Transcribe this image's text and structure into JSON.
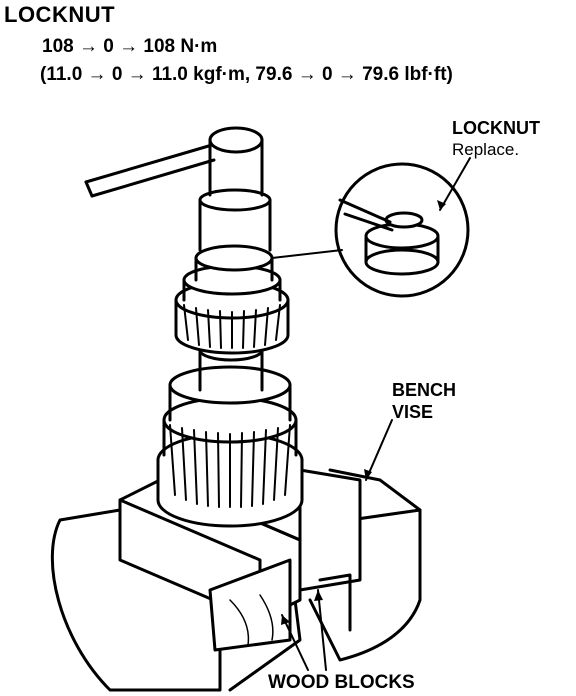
{
  "header": {
    "title": "LOCKNUT",
    "torque_nm": "108 → 0 → 108 N·m",
    "torque_alt": "(11.0 → 0 → 11.0 kgf·m, 79.6 → 0 → 79.6 lbf·ft)"
  },
  "callouts": {
    "locknut_title": "LOCKNUT",
    "locknut_note": "Replace.",
    "bench_line1": "BENCH",
    "bench_line2": "VISE",
    "wood_blocks": "WOOD BLOCKS"
  },
  "colors": {
    "ink": "#000000",
    "paper": "#ffffff"
  }
}
